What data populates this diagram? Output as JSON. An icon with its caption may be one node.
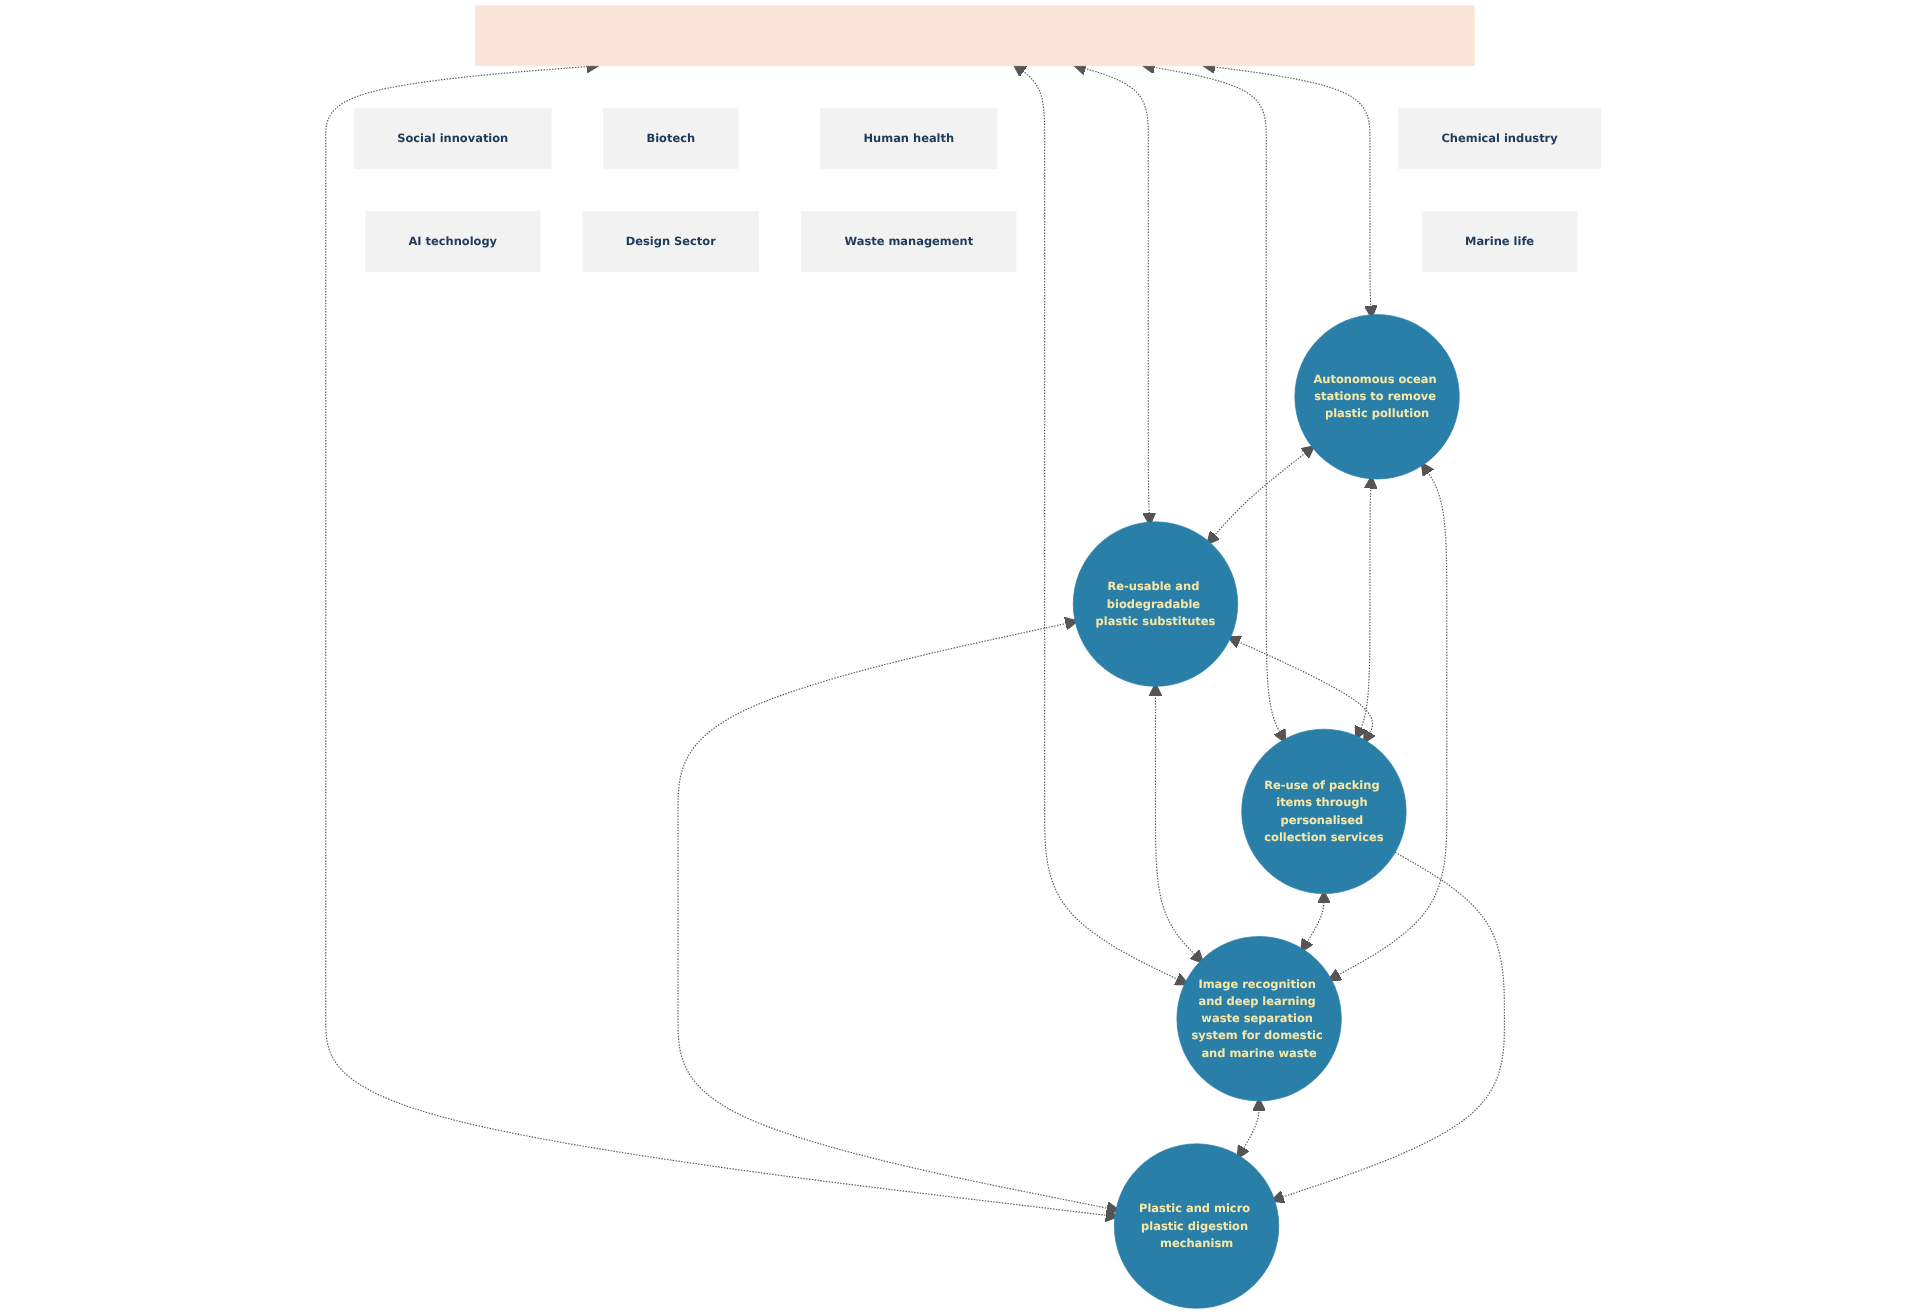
{
  "diagram": {
    "nodes": [
      {
        "text": [],
        "shape": "bar"
      },
      {
        "text": [
          "Chemical industry"
        ]
      },
      {
        "text": [
          "Social innovation"
        ]
      },
      {
        "text": [
          "Biotech"
        ]
      },
      {
        "text": [
          "Human health"
        ]
      },
      {
        "text": [
          "Marine life"
        ]
      },
      {
        "text": [
          "AI technology"
        ]
      },
      {
        "text": [
          "Design Sector"
        ]
      },
      {
        "text": [
          "Waste management"
        ]
      },
      {
        "text": [
          "Autonomous ocean stations to remove plastic pollution"
        ]
      },
      {
        "text": [
          "Re-usable and biodegradable plastic substitutes"
        ]
      },
      {
        "text": [
          "Plastic and micro plastic digestion mechanism"
        ]
      },
      {
        "text": [
          "Re-use of packing items through personalised collection services"
        ]
      },
      {
        "text": [
          "Image recognition and deep learning waste separation system for domestic and marine waste"
        ]
      }
    ],
    "edges": [
      {
        "from": 0,
        "to": 9,
        "arrow": "both",
        "style": "dashed"
      },
      {
        "from": 0,
        "to": 12,
        "arrow": "both",
        "style": "dashed"
      },
      {
        "from": 0,
        "to": 10,
        "arrow": "both",
        "style": "dashed"
      },
      {
        "from": 0,
        "to": 13,
        "arrow": "both",
        "style": "dashed"
      },
      {
        "from": 0,
        "to": 11,
        "arrow": "both",
        "style": "dashed"
      },
      {
        "from": 9,
        "to": 10,
        "arrow": "both",
        "style": "dashed"
      },
      {
        "from": 10,
        "to": 11,
        "arrow": "both",
        "style": "dashed"
      },
      {
        "from": 9,
        "to": 12,
        "arrow": "both",
        "style": "dashed"
      },
      {
        "from": 10,
        "to": 12,
        "arrow": "both",
        "style": "dashed"
      },
      {
        "from": 10,
        "to": 13,
        "arrow": "both",
        "style": "dashed"
      },
      {
        "from": 12,
        "to": 13,
        "arrow": "both",
        "style": "dashed"
      },
      {
        "from": 13,
        "to": 11,
        "arrow": "both",
        "style": "dashed"
      },
      {
        "from": 9,
        "to": 13,
        "arrow": "both",
        "style": "dashed"
      },
      {
        "from": 12,
        "to": 11,
        "arrow": "to",
        "style": "dashed"
      }
    ]
  }
}
